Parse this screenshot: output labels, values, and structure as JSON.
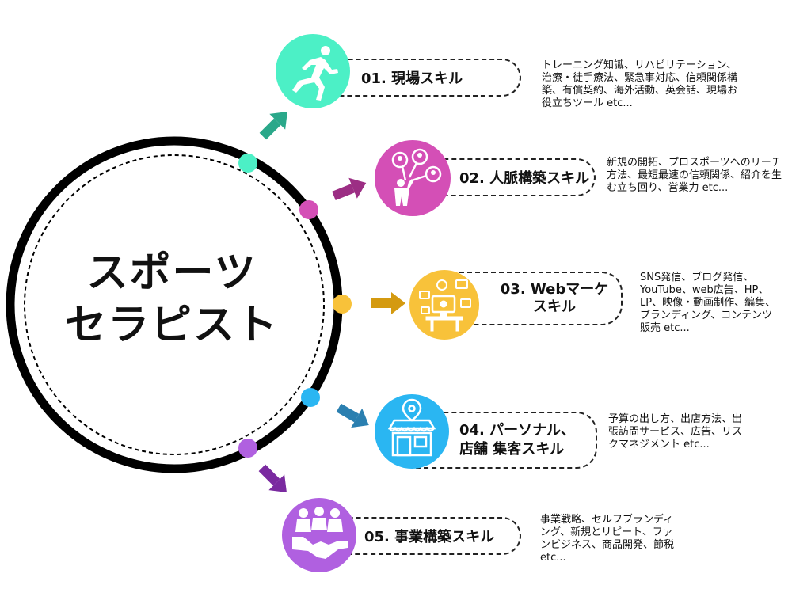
{
  "center": {
    "line1": "スポーツ",
    "line2": "セラピスト"
  },
  "colors": {
    "mint": "#4cf0c6",
    "magenta": "#d44fb6",
    "yellow": "#f8c23a",
    "blue": "#2ab6f2",
    "purple": "#b060e0",
    "arrow_teal": "#2aa88a",
    "arrow_magenta": "#9c2e84",
    "arrow_gold": "#d49a10",
    "arrow_blue": "#2a7fb0",
    "arrow_purple": "#7a2aa0"
  },
  "skills": [
    {
      "label": "01. 現場スキル",
      "icon": "runner-icon",
      "desc": [
        "トレーニング知識、リハビリテーション、",
        "治療・徒手療法、緊急事対応、信頼関係構",
        "築、有償契約、海外活動、英会話、現場お",
        "役立ちツール etc..."
      ]
    },
    {
      "label": "02. 人脈構築スキル",
      "icon": "network-people-icon",
      "desc": [
        "新規の開拓、プロスポーツへのリーチ",
        "方法、最短最速の信頼関係、紹介を生",
        "む立ち回り、営業力 etc..."
      ]
    },
    {
      "label_line1": "03. Webマーケ",
      "label_line2": "スキル",
      "icon": "web-marketing-icon",
      "desc": [
        "SNS発信、ブログ発信、",
        "YouTube、web広告、HP、",
        "LP、映像・動画制作、編集、",
        "ブランディング、コンテンツ",
        "販売 etc..."
      ]
    },
    {
      "label_line1": "04. パーソナル、",
      "label_line2": "店舗 集客スキル",
      "icon": "store-icon",
      "desc": [
        "予算の出し方、出店方法、出",
        "張訪問サービス、広告、リス",
        "クマネジメント etc..."
      ]
    },
    {
      "label": "05. 事業構築スキル",
      "icon": "handshake-team-icon",
      "desc": [
        "事業戦略、セルフブランディ",
        "ング、新規とリピート、ファ",
        "ンビジネス、商品開発、節税",
        "etc..."
      ]
    }
  ]
}
